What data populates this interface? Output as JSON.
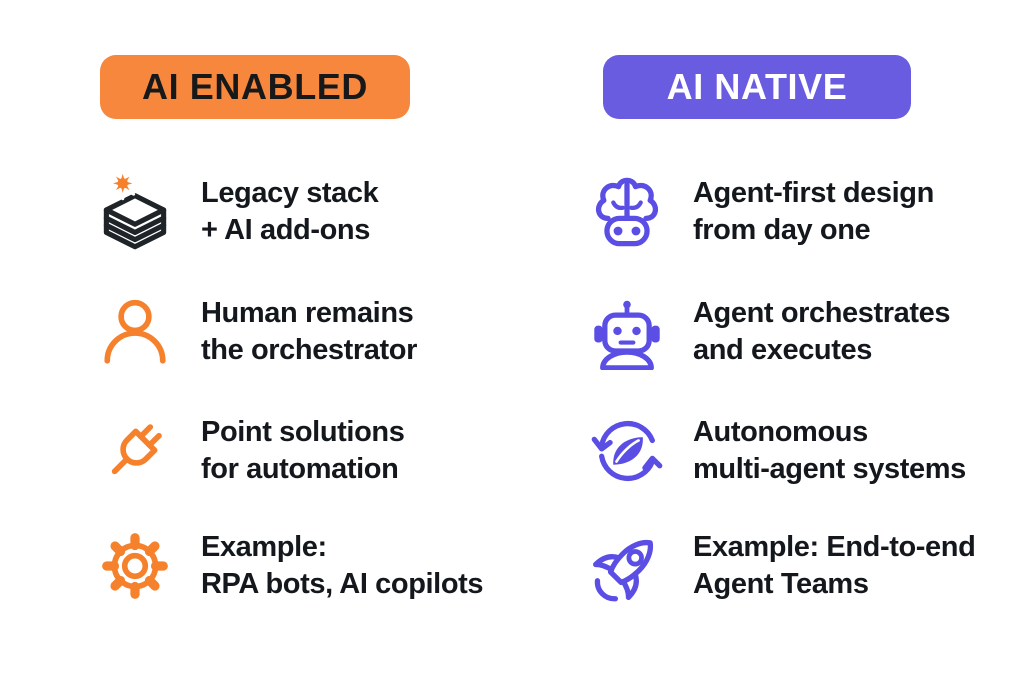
{
  "colors": {
    "background": "#FFFFFF",
    "orange-badge": "#F6873D",
    "orange-icon": "#F5812C",
    "purple-badge": "#6A5CE0",
    "purple-icon": "#5A4EE4",
    "stack-ink": "#1F2429",
    "ink": "#14181D",
    "badge-text-dark": "#17181A",
    "badge-text-light": "#FFFFFF"
  },
  "columns": [
    {
      "id": "ai-enabled",
      "header": {
        "label": "AI ENABLED"
      },
      "items": [
        {
          "icon": "layers-stack-spark-icon",
          "lines": [
            "Legacy stack",
            "+ AI add-ons"
          ]
        },
        {
          "icon": "person-icon",
          "lines": [
            "Human remains",
            "the orchestrator"
          ]
        },
        {
          "icon": "plug-icon",
          "lines": [
            "Point solutions",
            "for automation"
          ]
        },
        {
          "icon": "gear-icon",
          "lines": [
            "Example:",
            "RPA bots, AI copilots"
          ]
        }
      ]
    },
    {
      "id": "ai-native",
      "header": {
        "label": "AI NATIVE"
      },
      "items": [
        {
          "icon": "brain-bot-icon",
          "lines": [
            "Agent-first design",
            "from day one"
          ]
        },
        {
          "icon": "robot-icon",
          "lines": [
            "Agent orchestrates",
            "and executes"
          ]
        },
        {
          "icon": "cycle-leaf-icon",
          "lines": [
            "Autonomous",
            "multi-agent systems"
          ]
        },
        {
          "icon": "rocket-icon",
          "lines": [
            "Example: End-to-end",
            "Agent Teams"
          ]
        }
      ]
    }
  ]
}
